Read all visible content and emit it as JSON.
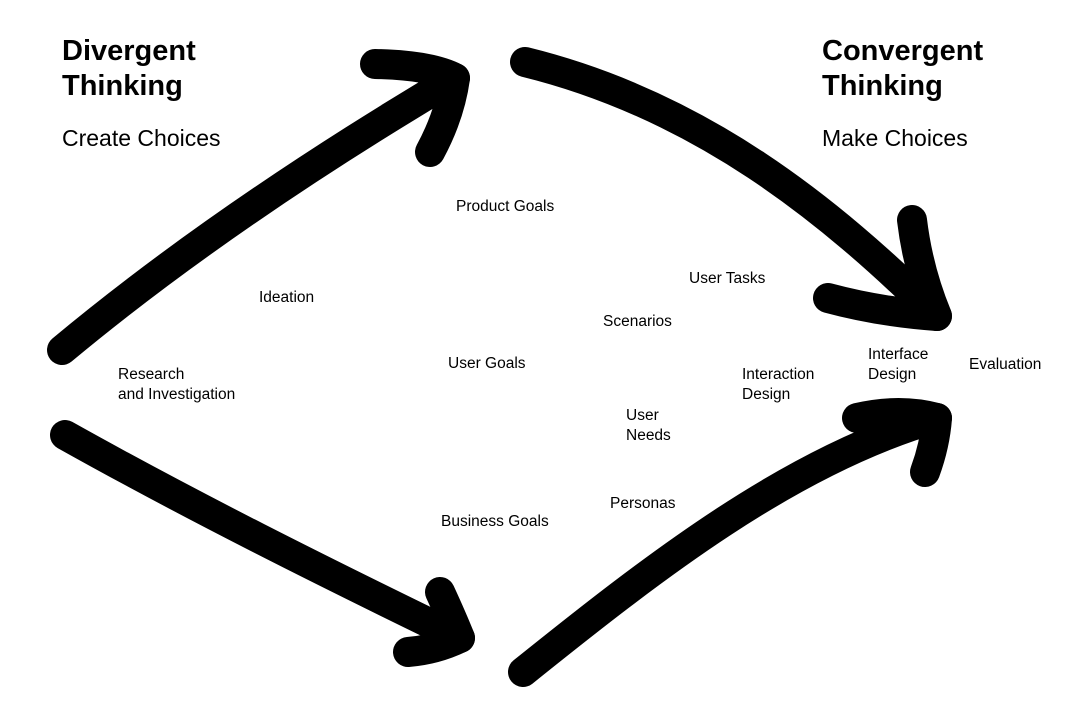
{
  "colors": {
    "background": "#ffffff",
    "ink": "#000000"
  },
  "divergent": {
    "title": "Divergent\nThinking",
    "subtitle": "Create Choices"
  },
  "convergent": {
    "title": "Convergent\nThinking",
    "subtitle": "Make Choices"
  },
  "labels": {
    "research": "Research\nand Investigation",
    "ideation": "Ideation",
    "product_goals": "Product Goals",
    "user_goals": "User Goals",
    "business_goals": "Business Goals",
    "user_tasks": "User Tasks",
    "scenarios": "Scenarios",
    "user_needs": "User\nNeeds",
    "personas": "Personas",
    "interaction_design": "Interaction\nDesign",
    "interface_design": "Interface\nDesign",
    "evaluation": "Evaluation"
  },
  "arrows": [
    {
      "id": "diverge-up",
      "icon": "arrow-up-right"
    },
    {
      "id": "diverge-down",
      "icon": "arrow-down-right"
    },
    {
      "id": "converge-down",
      "icon": "arrow-down-right"
    },
    {
      "id": "converge-up",
      "icon": "arrow-up-right"
    }
  ]
}
